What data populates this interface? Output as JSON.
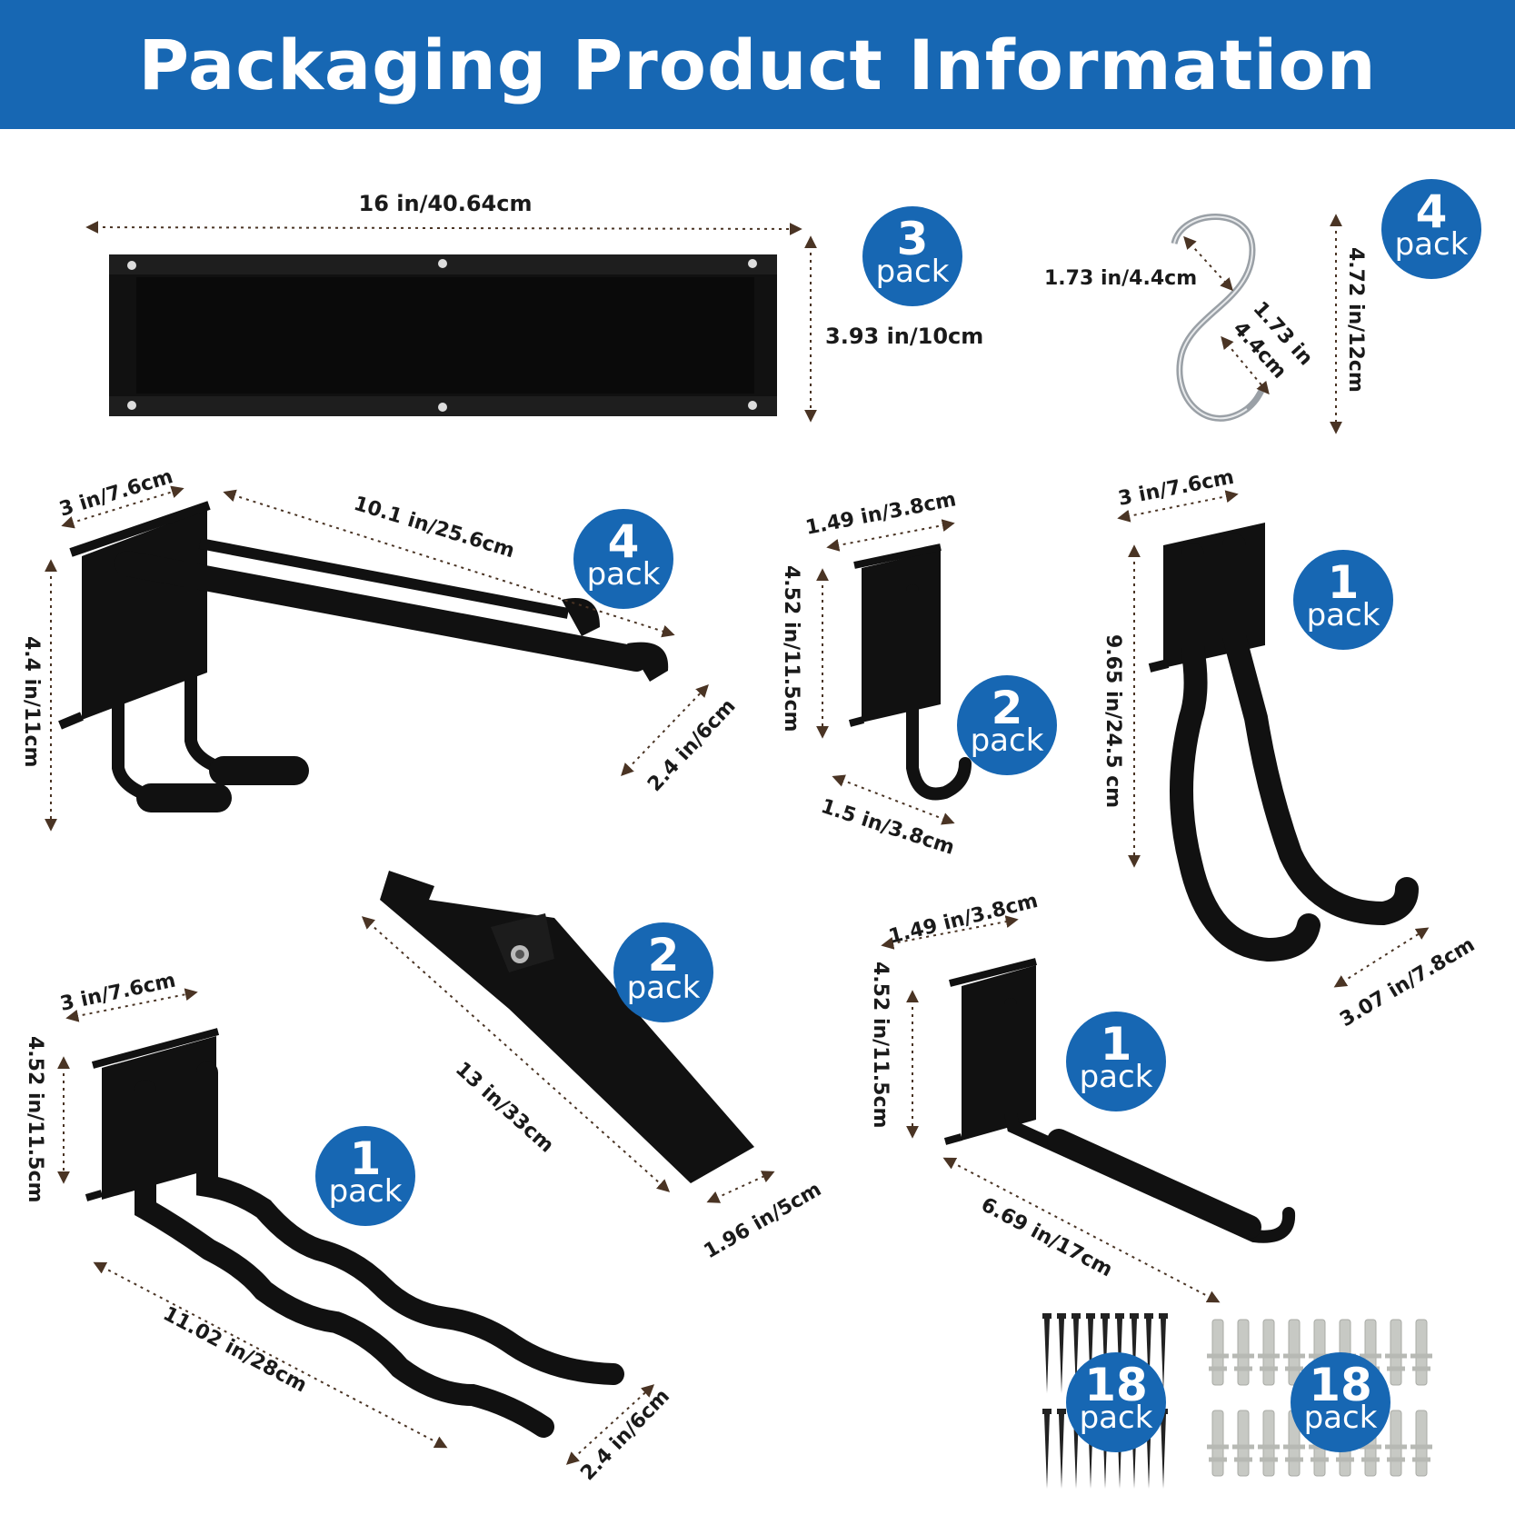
{
  "header": {
    "title": "Packaging Product Information"
  },
  "colors": {
    "banner": "#1767b3",
    "badge": "#1767b3",
    "product": "#111111",
    "dimension_line": "#4a3424"
  },
  "items": {
    "rail": {
      "width": "16 in/40.64cm",
      "height": "3.93 in/10cm",
      "count": "3",
      "unit": "pack"
    },
    "s_hook": {
      "width": "1.73 in/4.4cm",
      "inner_a": "1.73 in",
      "inner_b": "4.4cm",
      "height": "4.72 in/12cm",
      "count": "4",
      "unit": "pack"
    },
    "double_hook": {
      "base": "3 in/7.6cm",
      "length": "10.1 in/25.6cm",
      "height": "4.4 in/11cm",
      "gap": "2.4 in/6cm",
      "count": "4",
      "unit": "pack"
    },
    "small_hook": {
      "top": "1.49 in/3.8cm",
      "height": "4.52 in/11.5cm",
      "depth": "1.5 in/3.8cm",
      "count": "2",
      "unit": "pack"
    },
    "bike_hook": {
      "base": "3 in/7.6cm",
      "height": "9.65 in/24.5 cm",
      "tip": "3.07 in/7.8cm",
      "count": "1",
      "unit": "pack"
    },
    "strap": {
      "length": "13 in/33cm",
      "width": "1.96 in/5cm",
      "count": "2",
      "unit": "pack"
    },
    "straight_hook": {
      "top": "1.49 in/3.8cm",
      "height": "4.52 in/11.5cm",
      "length": "6.69 in/17cm",
      "count": "1",
      "unit": "pack"
    },
    "wave_hook": {
      "base": "3 in/7.6cm",
      "height": "4.52 in/11.5cm",
      "length": "11.02 in/28cm",
      "gap": "2.4 in/6cm",
      "count": "1",
      "unit": "pack"
    },
    "screws": {
      "count": "18",
      "unit": "pack"
    },
    "anchors": {
      "count": "18",
      "unit": "pack"
    }
  }
}
